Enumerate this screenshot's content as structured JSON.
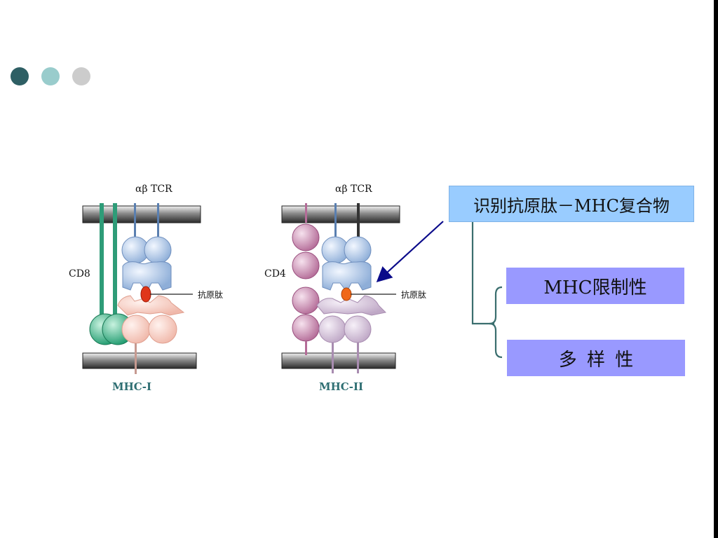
{
  "colors": {
    "dot1": "#2e5f64",
    "dot2": "#99cccc",
    "dot3": "#cccccc",
    "cd8": "#33aa88",
    "cd4": "#c27ea8",
    "tcr": "#a8c2e2",
    "mhc1": "#f6cbc0",
    "mhc2": "#d9c8dc",
    "peptide1": "#e0361a",
    "peptide2": "#f06818",
    "arrow": "#0a0a8a",
    "bracket": "#3a6e6e"
  },
  "diagram1": {
    "tcr_label": "αβ TCR",
    "coreceptor_label": "CD8",
    "peptide_label": "抗原肽",
    "caption": "MHC-I"
  },
  "diagram2": {
    "tcr_label": "αβ TCR",
    "coreceptor_label": "CD4",
    "peptide_label": "抗原肽",
    "caption": "MHC-II"
  },
  "boxes": {
    "recognize": "识别抗原肽－MHC复合物",
    "restriction": "MHC限制性",
    "diversity": "多 样 性"
  }
}
